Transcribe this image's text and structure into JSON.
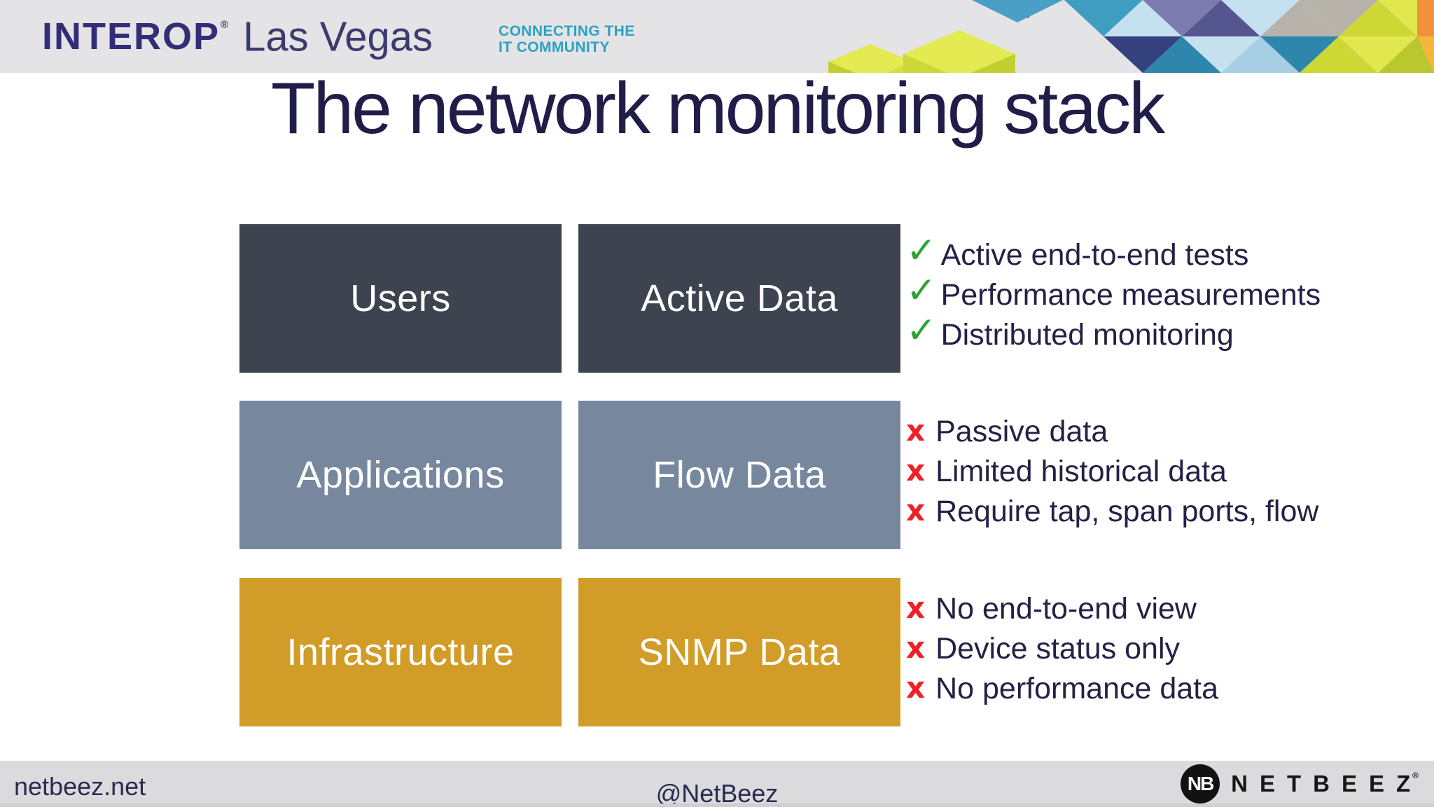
{
  "header": {
    "brand": "INTEROP",
    "brand_reg": "®",
    "brand_sub": "Las Vegas",
    "tagline_line1": "CONNECTING THE",
    "tagline_line2": "IT COMMUNITY"
  },
  "title": "The network monitoring stack",
  "stack": {
    "check_symbol": "✓",
    "cross_symbol": "x",
    "rows": [
      {
        "layer": "Users",
        "data": "Active Data",
        "box_color": "#3d4450",
        "marker": "check",
        "points": [
          "Active end-to-end tests",
          "Performance measurements",
          "Distributed monitoring"
        ]
      },
      {
        "layer": "Applications",
        "data": "Flow Data",
        "box_color": "#77889e",
        "marker": "cross",
        "points": [
          "Passive data",
          "Limited historical data",
          "Require tap, span ports, flow"
        ]
      },
      {
        "layer": "Infrastructure",
        "data": "SNMP Data",
        "box_color": "#d19c28",
        "marker": "cross",
        "points": [
          "No end-to-end view",
          "Device status only",
          "No performance data"
        ]
      }
    ]
  },
  "footer": {
    "site": "netbeez.net",
    "handle": "@NetBeez",
    "logo_monogram": "NB",
    "logo_text": "NETBEEZ",
    "logo_reg": "®"
  },
  "colors": {
    "check_green": "#2ea333",
    "cross_red": "#ee2028",
    "title_navy": "#201e49",
    "text_navy": "#232145",
    "brand_navy": "#322e76",
    "tagline_teal": "#29a3c2",
    "header_bg": "#e4e3e5",
    "footer_bg": "#dbdadd"
  }
}
